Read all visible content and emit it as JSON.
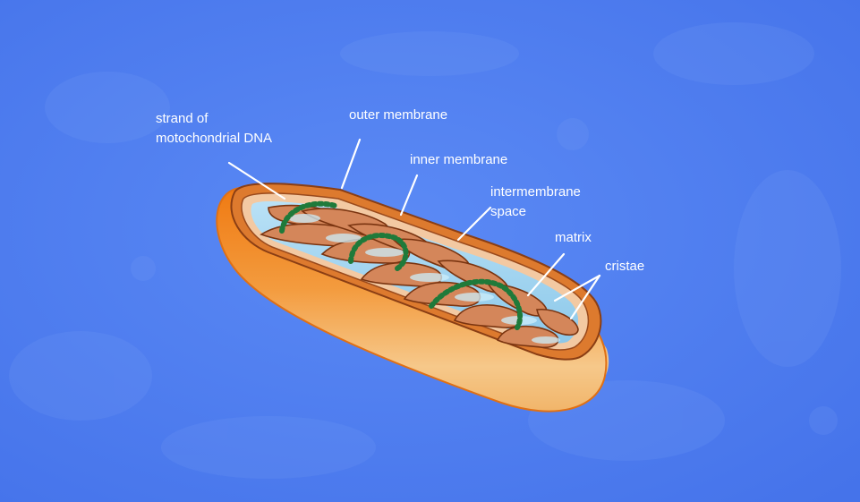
{
  "colors": {
    "background": "#4f7ff0",
    "outer_membrane": "#f28a1c",
    "inner_membrane": "#c86a3c",
    "matrix": "#9fd3ef",
    "dna": "#1f7a3a",
    "label_text": "#ffffff"
  },
  "labels": {
    "dna_line1": "strand of",
    "dna_line2": "motochondrial DNA",
    "outer_membrane": "outer membrane",
    "inner_membrane": "inner membrane",
    "intermembrane_line1": "intermembrane",
    "intermembrane_line2": "space",
    "matrix": "matrix",
    "cristae": "cristae"
  }
}
